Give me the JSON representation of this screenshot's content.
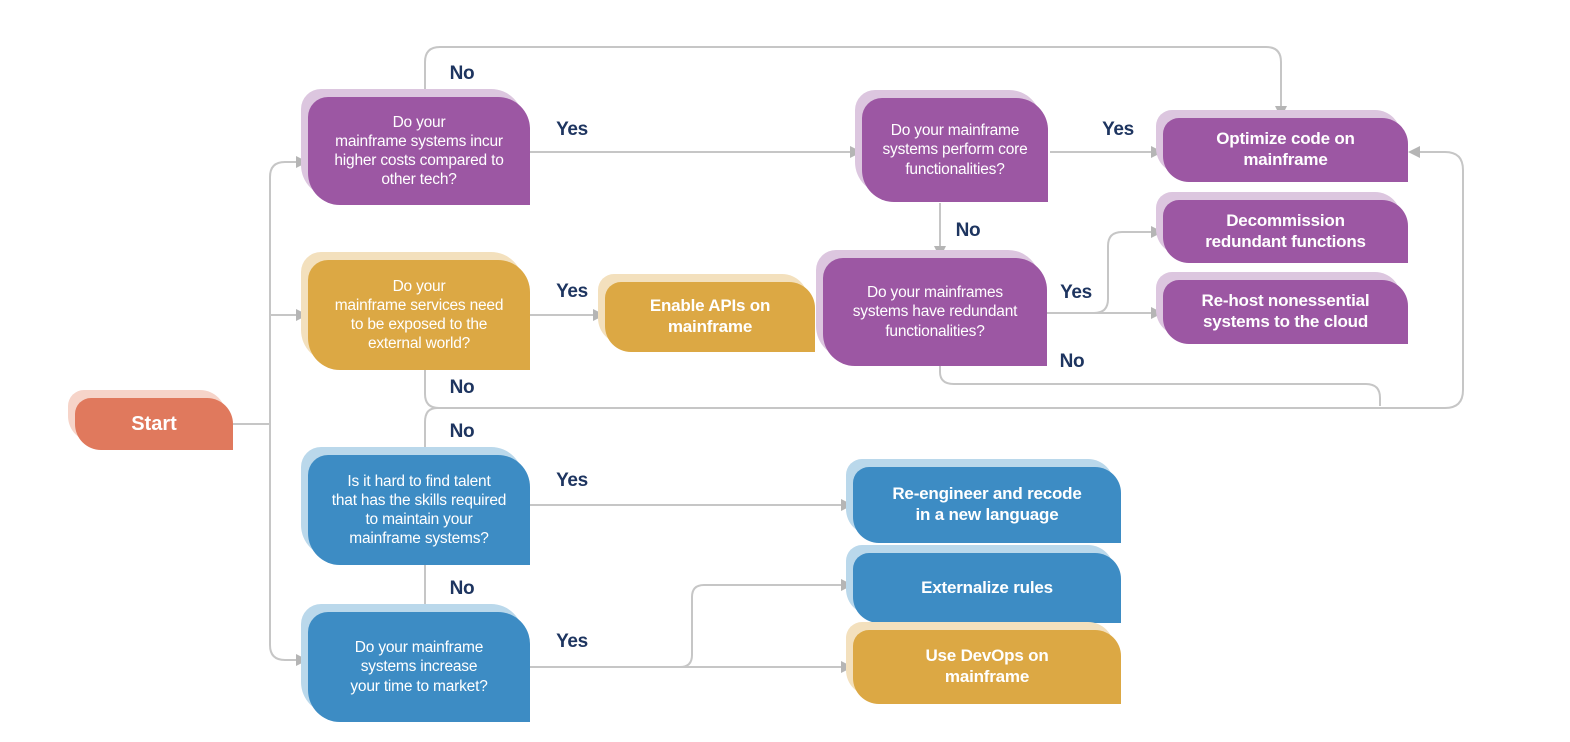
{
  "colors": {
    "purple": "#9c57a3",
    "purple-shadow": "#dcc6df",
    "gold": "#dca844",
    "gold-shadow": "#f3e0bd",
    "blue": "#3d8cc4",
    "blue-shadow": "#bad8eb",
    "salmon": "#e0795d",
    "salmon-shadow": "#f6d4c9",
    "line": "#c6c6c6",
    "arrow": "#b5b5b5",
    "label": "#1e3560"
  },
  "nodes": {
    "start": {
      "text": "Start"
    },
    "q_costs": {
      "text": "Do your\nmainframe systems incur\nhigher costs compared to\nother tech?"
    },
    "q_services": {
      "text": "Do your\nmainframe services need\nto be exposed to the\nexternal world?"
    },
    "q_talent": {
      "text": "Is it hard to find talent\nthat has the skills required\nto maintain your\nmainframe systems?"
    },
    "q_market": {
      "text": "Do your mainframe\nsystems increase\nyour time to market?"
    },
    "q_core": {
      "text": "Do your mainframe\nsystems perform core\nfunctionalities?"
    },
    "q_redundant": {
      "text": "Do your mainframes\nsystems have redundant\nfunctionalities?"
    },
    "a_enable_apis": {
      "text": "Enable APIs on\nmainframe"
    },
    "a_optimize": {
      "text": "Optimize code on\nmainframe"
    },
    "a_decommission": {
      "text": "Decommission\nredundant functions"
    },
    "a_rehost": {
      "text": "Re-host nonessential\nsystems to the cloud"
    },
    "a_reengineer": {
      "text": "Re-engineer and recode\nin a new language"
    },
    "a_externalize": {
      "text": "Externalize rules"
    },
    "a_devops": {
      "text": "Use DevOps on\nmainframe"
    }
  },
  "edge_labels": {
    "costs_yes": "Yes",
    "costs_no": "No",
    "core_yes": "Yes",
    "core_no": "No",
    "redundant_yes": "Yes",
    "redundant_no": "No",
    "services_yes": "Yes",
    "services_no": "No",
    "services_no_cont": "No",
    "talent_yes": "Yes",
    "talent_no": "No",
    "market_yes": "Yes"
  }
}
